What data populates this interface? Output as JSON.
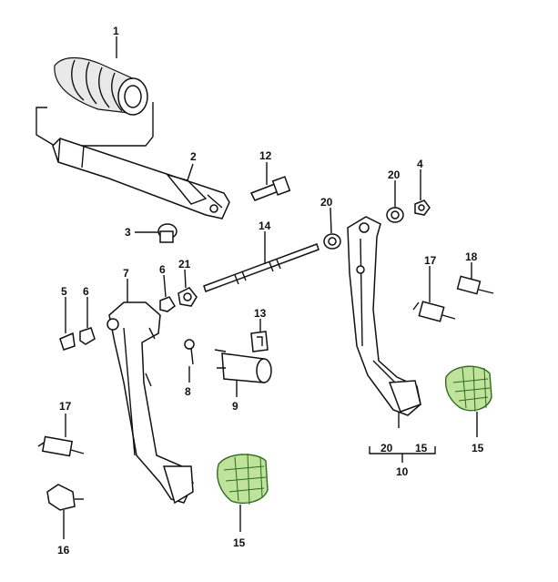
{
  "callouts": {
    "c1": "1",
    "c2": "2",
    "c3": "3",
    "c4": "4",
    "c5": "5",
    "c6a": "6",
    "c6b": "6",
    "c7": "7",
    "c8": "8",
    "c9": "9",
    "c10": "10",
    "c12": "12",
    "c13": "13",
    "c14": "14",
    "c15a": "15",
    "c15b": "15",
    "c15c": "15",
    "c16": "16",
    "c17a": "17",
    "c17b": "17",
    "c18": "18",
    "c20a": "20",
    "c20b": "20",
    "c20c": "20",
    "c21": "21"
  },
  "colors": {
    "pedal_pad_highlight": "#bfe39a",
    "line": "#111111"
  }
}
